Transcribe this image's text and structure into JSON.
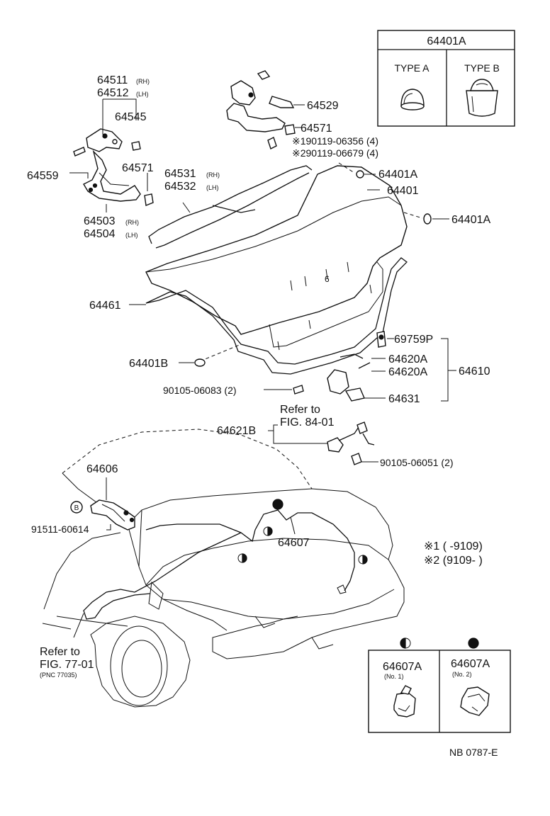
{
  "type_box": {
    "header": "64401A",
    "type_a_label": "TYPE A",
    "type_b_label": "TYPE B"
  },
  "callouts": {
    "p64511": "64511",
    "p64511_side": "(RH)",
    "p64512": "64512",
    "p64512_side": "(LH)",
    "p64545": "64545",
    "p64559": "64559",
    "p64571a": "64571",
    "p64503": "64503",
    "p64503_side": "(RH)",
    "p64504": "64504",
    "p64504_side": "(LH)",
    "p64531": "64531",
    "p64531_side": "(RH)",
    "p64532": "64532",
    "p64532_side": "(LH)",
    "p64529": "64529",
    "p64571b": "64571",
    "bolt1": "※190119-06356 (4)",
    "bolt2": "※290119-06679 (4)",
    "p64401A_1": "64401A",
    "p64401": "64401",
    "p64401A_2": "64401A",
    "p64461": "64461",
    "p69759P": "69759P",
    "p64620A_1": "64620A",
    "p64620A_2": "64620A",
    "p64610": "64610",
    "p64401B": "64401B",
    "screw1": "90105-06083 (2)",
    "p64631": "64631",
    "refer84_a": "Refer to",
    "refer84_b": "FIG. 84-01",
    "p64621B": "64621B",
    "screw2": "90105-06051 (2)",
    "p64606": "64606",
    "p91511_circle": "B",
    "p91511": "91511-60614",
    "p64607": "64607",
    "refer77_a": "Refer to",
    "refer77_b": "FIG. 77-01",
    "refer77_c": "(PNC 77035)"
  },
  "legend": {
    "note1": "※1 (      -9109)",
    "note2": "※2 (9109-        )"
  },
  "clip_box": {
    "left_part": "64607A",
    "left_sub": "(No. 1)",
    "right_part": "64607A",
    "right_sub": "(No. 2)"
  },
  "figure_code": "NB 0787-E"
}
